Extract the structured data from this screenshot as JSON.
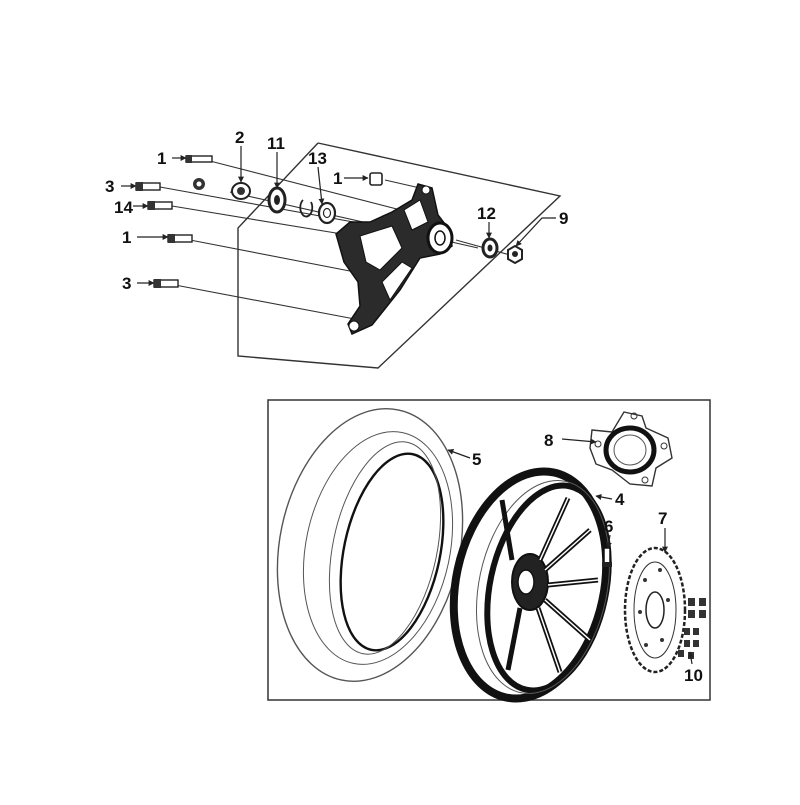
{
  "diagram": {
    "callouts": [
      {
        "id": "c1a",
        "label": "1"
      },
      {
        "id": "c1b",
        "label": "1"
      },
      {
        "id": "c1c",
        "label": "1"
      },
      {
        "id": "c2",
        "label": "2"
      },
      {
        "id": "c3a",
        "label": "3"
      },
      {
        "id": "c3b",
        "label": "3"
      },
      {
        "id": "c4",
        "label": "4"
      },
      {
        "id": "c5",
        "label": "5"
      },
      {
        "id": "c6",
        "label": "6"
      },
      {
        "id": "c7",
        "label": "7"
      },
      {
        "id": "c8",
        "label": "8"
      },
      {
        "id": "c9",
        "label": "9"
      },
      {
        "id": "c10",
        "label": "10"
      },
      {
        "id": "c11",
        "label": "11"
      },
      {
        "id": "c12",
        "label": "12"
      },
      {
        "id": "c13",
        "label": "13"
      },
      {
        "id": "c14",
        "label": "14"
      }
    ]
  }
}
